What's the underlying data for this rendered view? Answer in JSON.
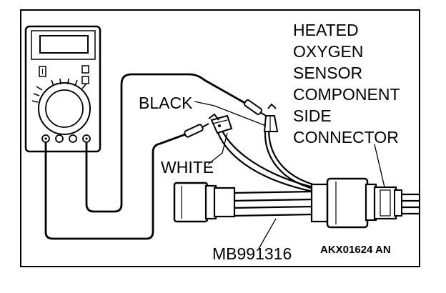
{
  "labels": {
    "sensor_line1": "HEATED",
    "sensor_line2": "OXYGEN",
    "sensor_line3": "SENSOR",
    "sensor_line4": "COMPONENT",
    "sensor_line5": "SIDE",
    "sensor_line6": "CONNECTOR",
    "black": "BLACK",
    "white": "WHITE",
    "tool": "MB991316",
    "figure_code": "AKX01624 AN"
  }
}
